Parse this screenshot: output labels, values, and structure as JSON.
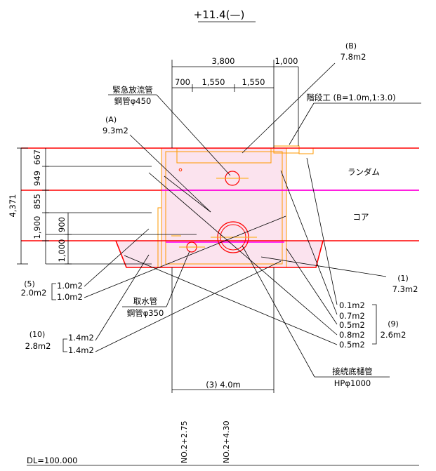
{
  "title": "+11.4(—)",
  "dims": {
    "top_total": "3,800",
    "top_right": "1,000",
    "seg_a": "700",
    "seg_b": "1,550",
    "seg_c": "1,550",
    "left_total": "4,371",
    "left_667": "667",
    "left_949": "949",
    "left_855": "855",
    "left_1900": "1,900",
    "left_900": "900",
    "left_1000": "1,000",
    "bottom": "(3) 4.0m"
  },
  "labels": {
    "emergency_pipe_1": "緊急放流管",
    "emergency_pipe_2": "鋼管φ450",
    "stairs": "階段工 (B=1.0m,1:3.0)",
    "a_id": "(A)",
    "a_val": "9.3m2",
    "b_id": "(B)",
    "b_val": "7.8m2",
    "random": "ランダム",
    "core": "コア",
    "intake_1": "取水管",
    "intake_2": "鋼管φ350",
    "conn_1": "接続底樋管",
    "conn_2": "HPφ1000",
    "g1_id": "(1)",
    "g1_val": "7.3m2",
    "g5_id": "(5)",
    "g5_total": "2.0m2",
    "g5_a": "1.0m2",
    "g5_b": "1.0m2",
    "g10_id": "(10)",
    "g10_total": "2.8m2",
    "g10_a": "1.4m2",
    "g10_b": "1.4m2",
    "g9_id": "(9)",
    "g9_total": "2.6m2",
    "g9_items": [
      "0.1m2",
      "0.7m2",
      "0.5m2",
      "0.8m2",
      "0.5m2"
    ],
    "station_1": "NO.2+2.75",
    "station_2": "NO.2+4.30",
    "datum": "DL=100.000"
  },
  "colors": {
    "red": "#ff0000",
    "magenta": "#ff00ff",
    "orange": "#ff9900",
    "fill": "#fbe3ee"
  }
}
